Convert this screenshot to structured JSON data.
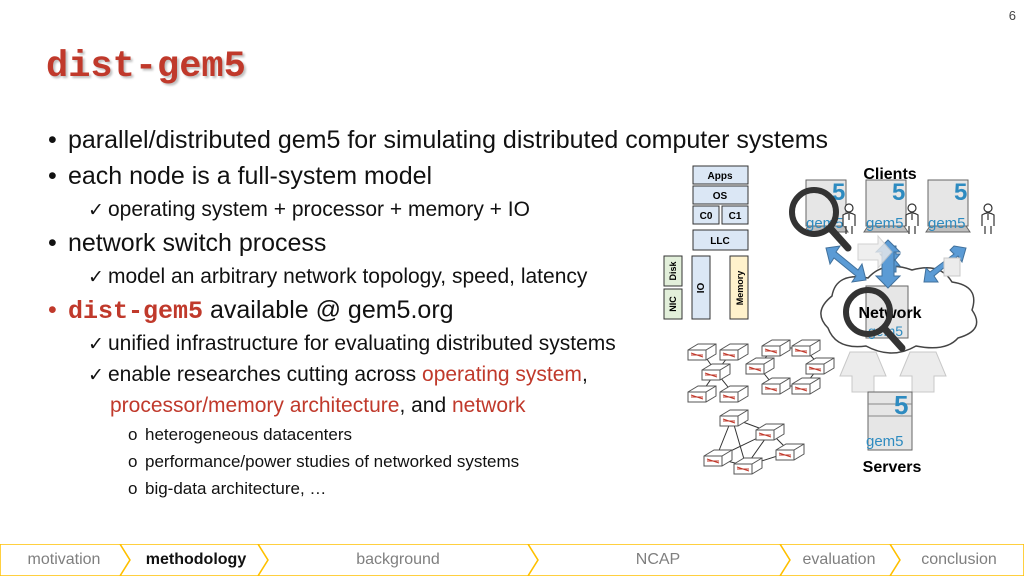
{
  "slide_number": "6",
  "title": "dist-gem5",
  "bullets": {
    "b1": "parallel/distributed gem5 for simulating distributed computer systems",
    "b2": "each node is a full-system model",
    "b2_sub": "operating system + processor + memory + IO",
    "b3": "network switch process",
    "b3_sub": "model an arbitrary network topology, speed, latency",
    "b4_name": "dist-gem5",
    "b4_rest": " available @ gem5.org",
    "b4_sub1": "unified infrastructure for evaluating distributed systems",
    "b4_sub2_a": "enable researches cutting across ",
    "b4_sub2_os": "operating system",
    "b4_sub2_comma": ",",
    "b4_sub2_arch": "processor/memory architecture",
    "b4_sub2_and": ", and ",
    "b4_sub2_net": "network",
    "sub_items": [
      "heterogeneous datacenters",
      "performance/power studies of networked systems",
      "big-data architecture, …"
    ]
  },
  "diagram": {
    "apps": "Apps",
    "os": "OS",
    "c0": "C0",
    "c1": "C1",
    "llc": "LLC",
    "disk": "Disk",
    "nic": "NIC",
    "io": "IO",
    "memory": "Memory",
    "clients": "Clients",
    "network": "Network",
    "servers": "Servers",
    "gem5_logo": "gem5"
  },
  "nav": {
    "items": [
      "motivation",
      "methodology",
      "background",
      "NCAP",
      "evaluation",
      "conclusion"
    ],
    "active": "methodology",
    "color": "#ffc000"
  },
  "colors": {
    "title": "#c0392b",
    "highlight": "#c0392b",
    "arrow": "#5b9bd5",
    "logo": "#2e8bc0"
  }
}
